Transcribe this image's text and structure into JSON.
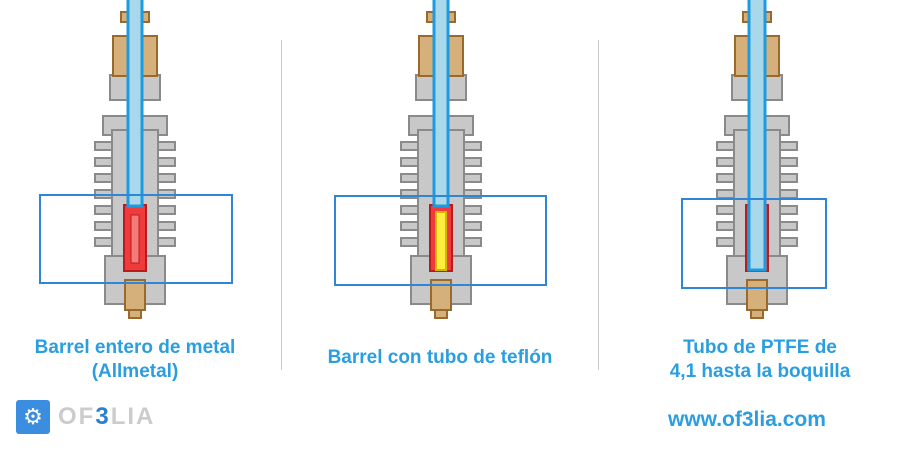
{
  "panels": [
    {
      "caption_line1": "Barrel entero de metal",
      "caption_line2": "(Allmetal)",
      "variant": "allmetal"
    },
    {
      "caption_line1": "Barrel con tubo de teflón",
      "caption_line2": "",
      "variant": "teflon"
    },
    {
      "caption_line1": "Tubo de PTFE de",
      "caption_line2": "4,1 hasta la boquilla",
      "variant": "ptfe"
    }
  ],
  "logo": {
    "text_prefix": "OF",
    "text_accent": "3",
    "text_suffix": "LIA",
    "icon": "gear-icon"
  },
  "website": "www.of3lia.com",
  "colors": {
    "ptfe": "#a8d8ea",
    "ptfe_border": "#1e9be0",
    "brass": "#d6b07a",
    "brass_border": "#9a6a2c",
    "steel": "#c8c8c8",
    "steel_border": "#8a8a8a",
    "heat": "#ef3b3b",
    "teflon_yellow": "#ffee40",
    "highlight": "#2f86d8"
  }
}
